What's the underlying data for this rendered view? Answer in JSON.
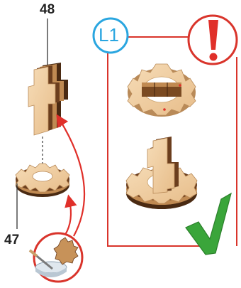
{
  "parts": {
    "top_label": "48",
    "bottom_label": "47"
  },
  "legend_badge": {
    "text": "L1",
    "color": "#2aa6e0"
  },
  "warning": {
    "icon": "exclamation-icon",
    "color": "#e0302a"
  },
  "check": {
    "icon": "checkmark-icon",
    "color": "#3aa53a"
  },
  "colors": {
    "frame": "#d9342b",
    "arrow": "#e0302a",
    "wood_light": "#f0cfa6",
    "wood_dark": "#6b3e1e"
  }
}
